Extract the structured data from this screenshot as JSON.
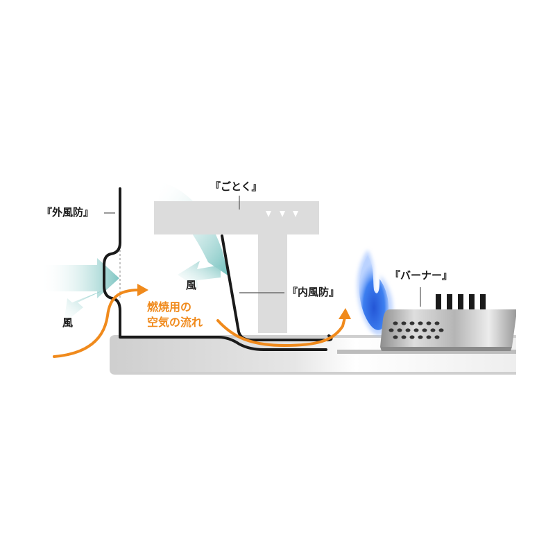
{
  "labels": {
    "outer_windguard": "『外風防』",
    "gotoku": "『ごとく』",
    "inner_windguard": "『内風防』",
    "burner": "『バーナー』",
    "wind_left": "風",
    "wind_center": "風",
    "combustion_air_line1": "燃焼用の",
    "combustion_air_line2": "空気の流れ"
  },
  "colors": {
    "outline": "#1a1a1a",
    "airflow_arrow": "#f08a1c",
    "wind": "#8fcfcc",
    "flame": "#2a6fe0",
    "trivet": "#d9d9d9",
    "tray": "#d6d6d6",
    "burner_body": "#a8a8a8"
  }
}
